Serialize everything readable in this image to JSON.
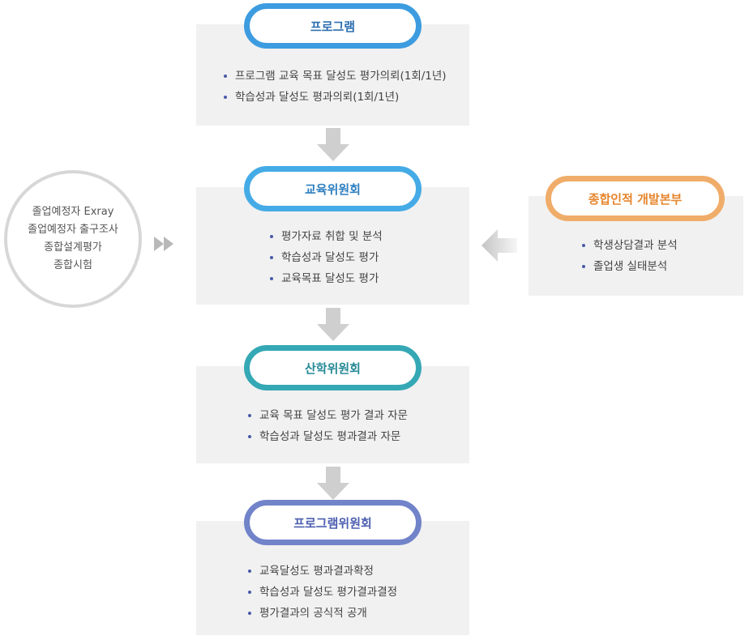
{
  "stages": [
    {
      "title": "프로그램",
      "color": "#3d9ce0",
      "items": [
        "프로그램 교육 목표 달성도 평가의뢰(1회/1년)",
        "학습성과 달성도 평과의뢰(1회/1년)"
      ]
    },
    {
      "title": "교육위원회",
      "color": "#45abe6",
      "items": [
        "평가자료 취합 및 분석",
        "학습성과 달성도 평가",
        "교육목표 달성도 평가"
      ]
    },
    {
      "title": "산학위원회",
      "color": "#35a8b5",
      "items": [
        "교육 목표 달성도 평가 결과 자문",
        "학습성과 달성도 평과결과 자문"
      ]
    },
    {
      "title": "프로그램위원회",
      "color": "#7183c9",
      "items": [
        "교육달성도 평과결과확정",
        "학습성과 달성도 평가결과결정",
        "평가결과의 공식적 공개"
      ]
    }
  ],
  "side_right": {
    "title": "종합인적 개발본부",
    "color": "#f0ad6a",
    "items": [
      "학생상담결과 분석",
      "졸업생 실태분석"
    ]
  },
  "side_left": {
    "lines": [
      "졸업예정자 Exray",
      "졸업예정자 출구조사",
      "종합설계평가",
      "종합시험"
    ]
  }
}
